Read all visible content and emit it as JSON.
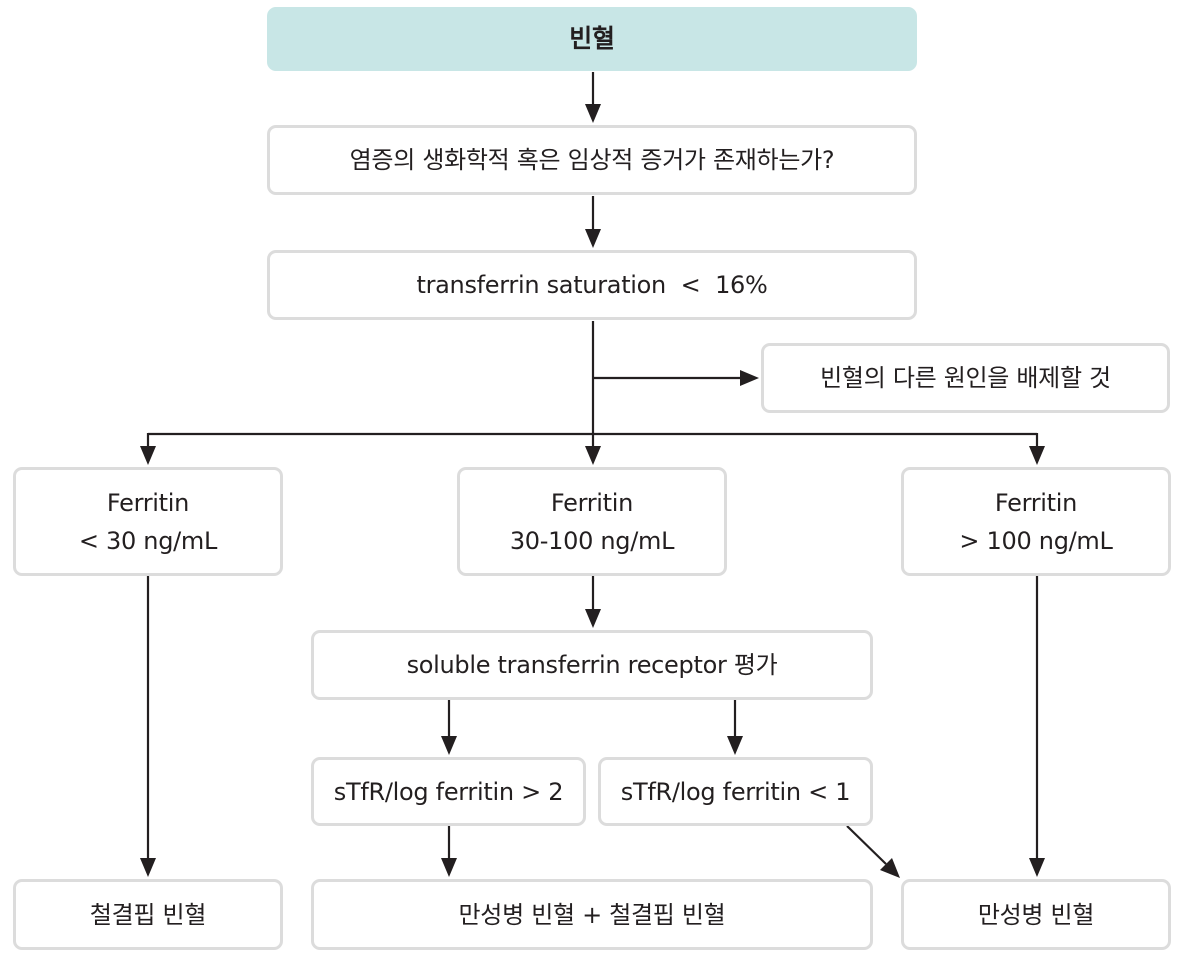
{
  "nodes": {
    "anemia": "빈혈",
    "inflammation_question": "염증의 생화학적 혹은 임상적 증거가 존재하는가?",
    "transferrin_saturation": "transferrin saturation  <  16%",
    "exclude_other_causes": "빈혈의 다른 원인을 배제할 것",
    "ferritin_low": {
      "line1": "Ferritin",
      "line2": "< 30 ng/mL"
    },
    "ferritin_mid": {
      "line1": "Ferritin",
      "line2": "30-100 ng/mL"
    },
    "ferritin_high": {
      "line1": "Ferritin",
      "line2": "> 100 ng/mL"
    },
    "stfr_evaluation": "soluble transferrin receptor 평가",
    "stfr_ratio_high": "sTfR/log ferritin > 2",
    "stfr_ratio_low": "sTfR/log ferritin < 1",
    "iron_deficiency_anemia": "철결핍 빈혈",
    "mixed_anemia": "만성병 빈혈 + 철결핍 빈혈",
    "chronic_disease_anemia": "만성병 빈혈"
  },
  "colors": {
    "title_fill": "#c8e6e6",
    "box_border": "#dcdcdc",
    "line": "#231f20"
  }
}
